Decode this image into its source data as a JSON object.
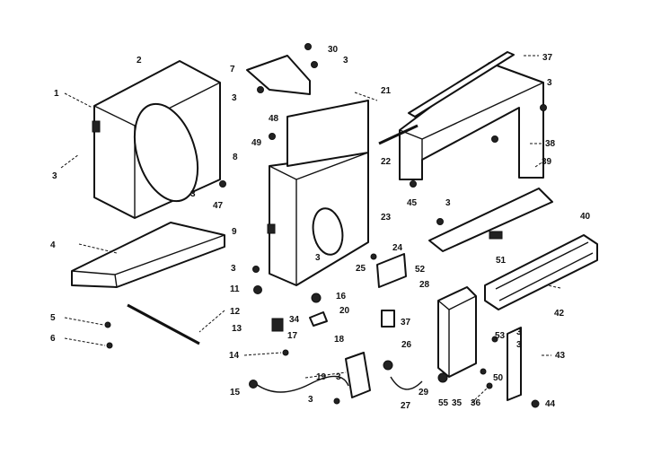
{
  "diagram": {
    "labels": [
      "2",
      "1",
      "3",
      "7",
      "30",
      "3",
      "3",
      "21",
      "37",
      "3",
      "48",
      "49",
      "8",
      "3",
      "47",
      "9",
      "22",
      "38",
      "39",
      "45",
      "3",
      "23",
      "24",
      "3",
      "25",
      "40",
      "4",
      "3",
      "11",
      "16",
      "20",
      "52",
      "28",
      "51",
      "34",
      "13",
      "17",
      "12",
      "5",
      "6",
      "14",
      "37",
      "26",
      "18",
      "3",
      "15",
      "19",
      "3",
      "3",
      "27",
      "29",
      "55",
      "35",
      "36",
      "50",
      "53",
      "42",
      "43",
      "44",
      "3"
    ]
  }
}
